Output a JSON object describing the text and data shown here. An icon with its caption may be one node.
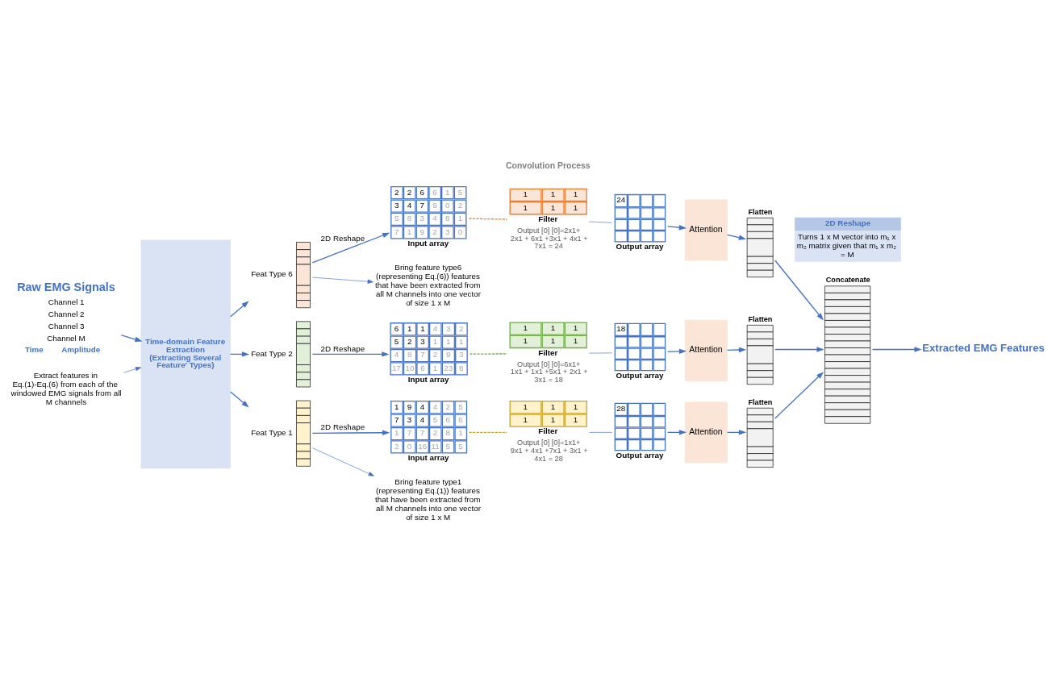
{
  "diagram": {
    "nodes": [
      {
        "text": [
          "Channel 1",
          "Channel 2",
          "Channel 3",
          "Channel M",
          "Time",
          "Amplitude"
        ],
        "beside": [
          "Raw EMG Signals"
        ]
      },
      {
        "text": [
          "Time-domain Feature Extraction (Extracting Several Feature' Types)"
        ]
      },
      {
        "text": [
          "Feat Type 6"
        ]
      },
      {
        "text": [
          "Feat Type 2"
        ]
      },
      {
        "text": [
          "Feat Type 1"
        ]
      },
      {
        "text": [
          "2",
          "2",
          "6",
          "6",
          "1",
          "5",
          "3",
          "4",
          "7",
          "9",
          "0",
          "2",
          "5",
          "8",
          "3",
          "4",
          "8",
          "1",
          "7",
          "1",
          "9",
          "2",
          "3",
          "0",
          "Input array"
        ]
      },
      {
        "text": [
          "6",
          "1",
          "1",
          "4",
          "3",
          "2",
          "5",
          "2",
          "3",
          "1",
          "1",
          "1",
          "4",
          "8",
          "7",
          "2",
          "9",
          "3",
          "17",
          "10",
          "6",
          "1",
          "23",
          "8",
          "Input array"
        ]
      },
      {
        "text": [
          "1",
          "9",
          "4",
          "4",
          "2",
          "5",
          "7",
          "3",
          "4",
          "5",
          "6",
          "6",
          "1",
          "7",
          "7",
          "2",
          "8",
          "1",
          "2",
          "0",
          "16",
          "11",
          "5",
          "5",
          "Input array"
        ]
      },
      {
        "text": [
          "1",
          "1",
          "1",
          "1",
          "1",
          "1",
          "Filter"
        ],
        "beside": [
          "Output [0] [0]=2x1+ 2x1 + 6x1 +3x1 + 4x1 + 7x1 = 24"
        ]
      },
      {
        "text": [
          "1",
          "1",
          "1",
          "1",
          "1",
          "1",
          "Filter"
        ],
        "beside": [
          "Output [0] [0]=6x1+ 1x1 + 1x1 +5x1 + 2x1 + 3x1 = 18"
        ]
      },
      {
        "text": [
          "1",
          "1",
          "1",
          "1",
          "1",
          "1",
          "Filter"
        ],
        "beside": [
          "Output [0] [0]=1x1+ 9x1 + 4x1 +7x1 + 3x1 + 4x1 = 28"
        ]
      },
      {
        "text": [
          "24",
          "Output array"
        ]
      },
      {
        "text": [
          "18",
          "Output array"
        ]
      },
      {
        "text": [
          "28",
          "Output array"
        ]
      },
      {
        "text": [
          "Attention"
        ]
      },
      {
        "text": [
          "Attention"
        ]
      },
      {
        "text": [
          "Attention"
        ]
      },
      {
        "text": [
          "Flatten"
        ]
      },
      {
        "text": [
          "Flatten"
        ]
      },
      {
        "text": [
          "Flatten"
        ]
      },
      {
        "text": [
          "Concatenate"
        ]
      },
      {
        "text": [
          "Extracted EMG Features"
        ]
      },
      {
        "text": [
          "Bring feature type6 (representing Eq.(6)) features that have been extracted from all M channels into one vector of size 1 x M"
        ]
      },
      {
        "text": [
          "Extract features in Eq.(1)-Eq.(6) from each of the windowed EMG signals from all M channels"
        ]
      },
      {
        "text": [
          "Bring feature type1 (representing Eq.(1)) features that have been extracted from all M channels into one vector of size 1 x M"
        ]
      },
      {
        "text": [
          "2D Reshape",
          "Turns 1 x M vector into m₁ x m₂ matrix given that m₁ x m₂ = M"
        ]
      }
    ],
    "edges": [
      {
        "from": 0,
        "to": 1,
        "arrow": "to"
      },
      {
        "from": 1,
        "to": 2,
        "arrow": "to"
      },
      {
        "from": 1,
        "to": 3,
        "arrow": "to"
      },
      {
        "from": 1,
        "to": 4,
        "arrow": "to"
      },
      {
        "from": 2,
        "to": 5,
        "arrow": "to",
        "label": "2D Reshape"
      },
      {
        "from": 3,
        "to": 6,
        "arrow": "to",
        "label": "2D Reshape"
      },
      {
        "from": 4,
        "to": 7,
        "arrow": "to",
        "label": "2D Reshape"
      },
      {
        "from": 5,
        "to": 8,
        "arrow": "none",
        "style": "dashed",
        "color": "#ed7d31"
      },
      {
        "from": 6,
        "to": 9,
        "arrow": "none",
        "style": "dashed",
        "color": "#70ad47"
      },
      {
        "from": 7,
        "to": 10,
        "arrow": "none",
        "style": "dashed",
        "color": "#c9a227"
      },
      {
        "from": 8,
        "to": 11,
        "arrow": "none"
      },
      {
        "from": 9,
        "to": 12,
        "arrow": "none"
      },
      {
        "from": 10,
        "to": 13,
        "arrow": "none"
      },
      {
        "from": 11,
        "to": 14,
        "arrow": "to"
      },
      {
        "from": 12,
        "to": 15,
        "arrow": "to"
      },
      {
        "from": 13,
        "to": 16,
        "arrow": "to"
      },
      {
        "from": 14,
        "to": 17,
        "arrow": "to"
      },
      {
        "from": 15,
        "to": 18,
        "arrow": "to"
      },
      {
        "from": 16,
        "to": 19,
        "arrow": "to"
      },
      {
        "from": 17,
        "to": 20,
        "arrow": "to"
      },
      {
        "from": 18,
        "to": 20,
        "arrow": "to"
      },
      {
        "from": 19,
        "to": 20,
        "arrow": "to"
      },
      {
        "from": 20,
        "to": 21,
        "arrow": "to"
      },
      {
        "from": 2,
        "to": 22,
        "arrow": "to"
      },
      {
        "from": 23,
        "to": 1,
        "arrow": "to"
      },
      {
        "from": 4,
        "to": 24,
        "arrow": "to"
      }
    ],
    "labels": [
      "Convolution Process"
    ]
  }
}
